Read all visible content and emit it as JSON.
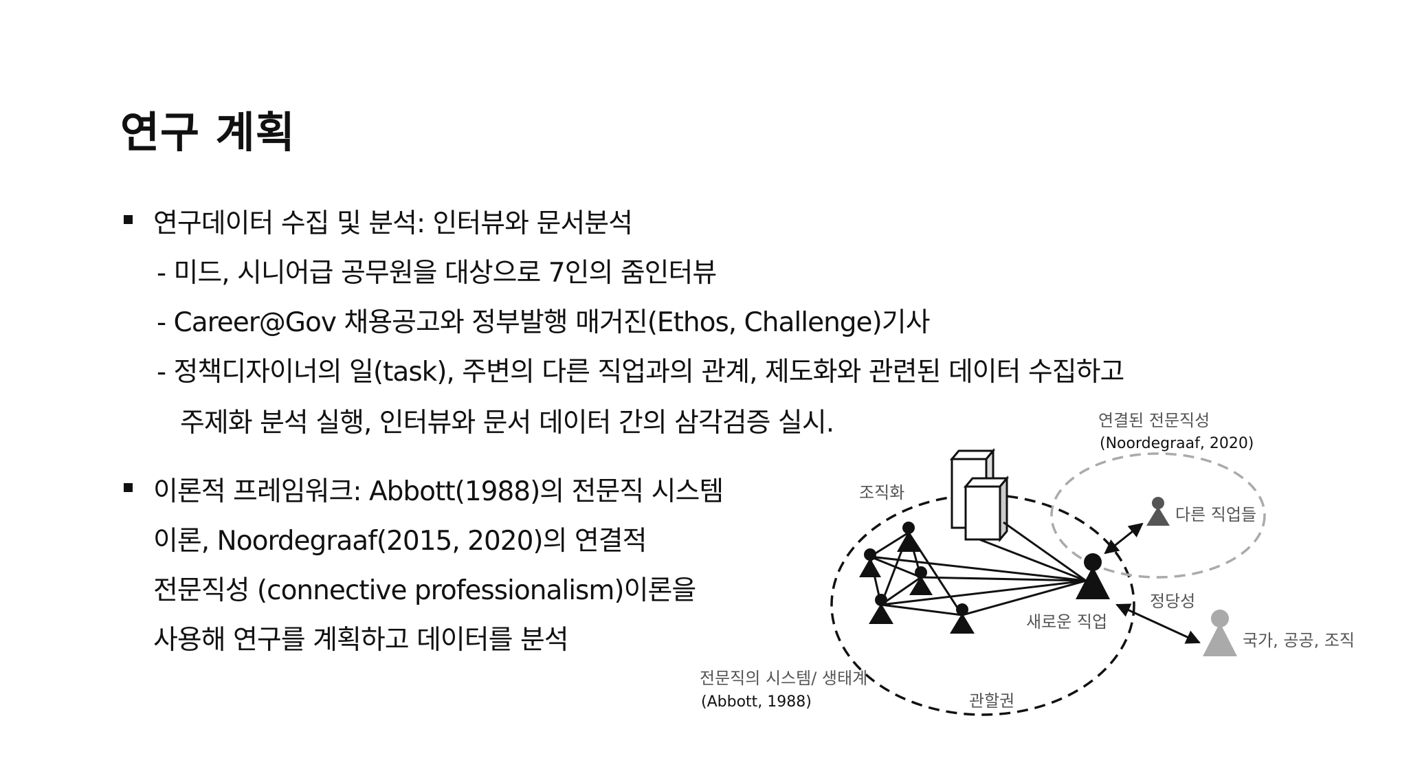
{
  "title": "연구 계획",
  "section1": {
    "heading": "연구데이터 수집 및 분석: 인터뷰와 문서분석",
    "items": [
      "- 미드, 시니어급 공무원을 대상으로 7인의 줌인터뷰",
      "- Career@Gov 채용공고와 정부발행 매거진(Ethos, Challenge)기사",
      "- 정책디자이너의 일(task), 주변의 다른 직업과의 관계, 제도화와 관련된 데이터 수집하고",
      "주제화 분석 실행, 인터뷰와 문서 데이터 간의 삼각검증 실시."
    ]
  },
  "section2": {
    "lines": [
      "이론적 프레임워크: Abbott(1988)의 전문직 시스템",
      "이론, Noordegraaf(2015, 2020)의 연결적",
      "전문직성 (connective professionalism)이론을",
      "사용해 연구를 계획하고 데이터를 분석"
    ]
  },
  "diagram": {
    "label_connected": "연결된 전문직성",
    "ref_noordegraaf": "(Noordegraaf, 2020)",
    "label_org": "조직화",
    "label_other_jobs": "다른 직업들",
    "label_legitimacy": "정당성",
    "label_new_job": "새로운 직업",
    "label_state": "국가, 공공, 조직",
    "label_system": "전문직의 시스템/ 생태계",
    "ref_abbott": "(Abbott, 1988)",
    "label_jurisdiction": "관할권"
  }
}
